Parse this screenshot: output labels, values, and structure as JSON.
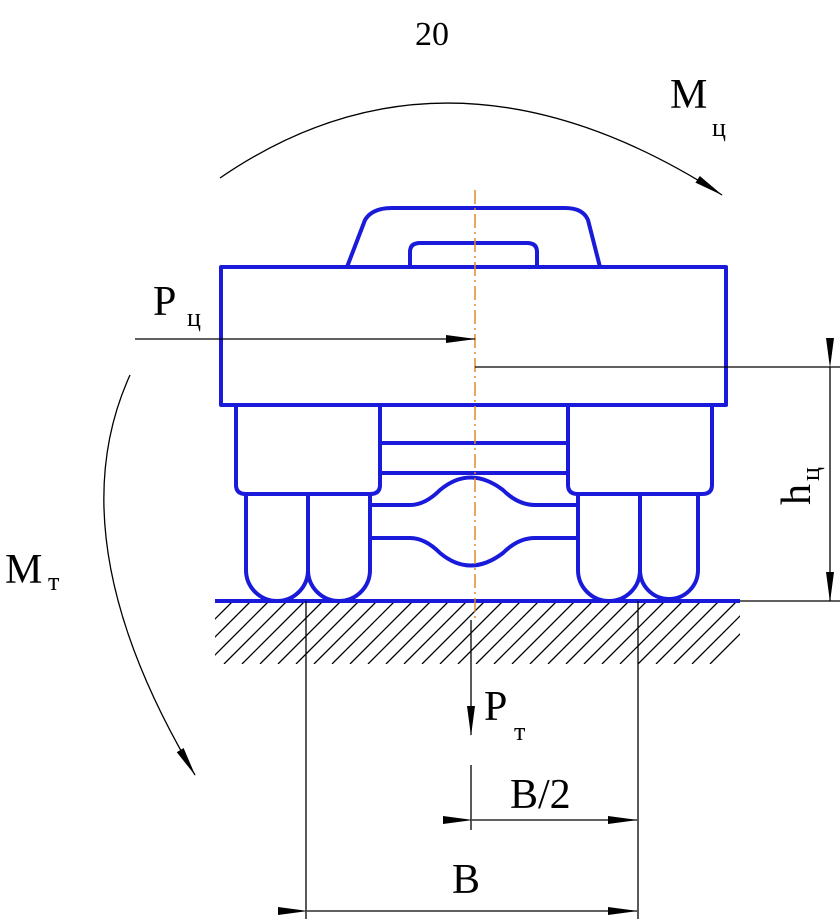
{
  "page_number": "20",
  "labels": {
    "moment_top": {
      "main": "M",
      "sub": "ц"
    },
    "moment_left": {
      "main": "M",
      "sub": "т"
    },
    "force_centrifugal": {
      "main": "P",
      "sub": "ц"
    },
    "force_gravity": {
      "main": "P",
      "sub": "т"
    },
    "height": {
      "main": "h",
      "sub": "ц"
    },
    "half_track": "B/2",
    "track": "B"
  },
  "colors": {
    "vehicle_outline": "#1a1adb",
    "centerline": "#e08a2a",
    "annotation": "#000000"
  }
}
